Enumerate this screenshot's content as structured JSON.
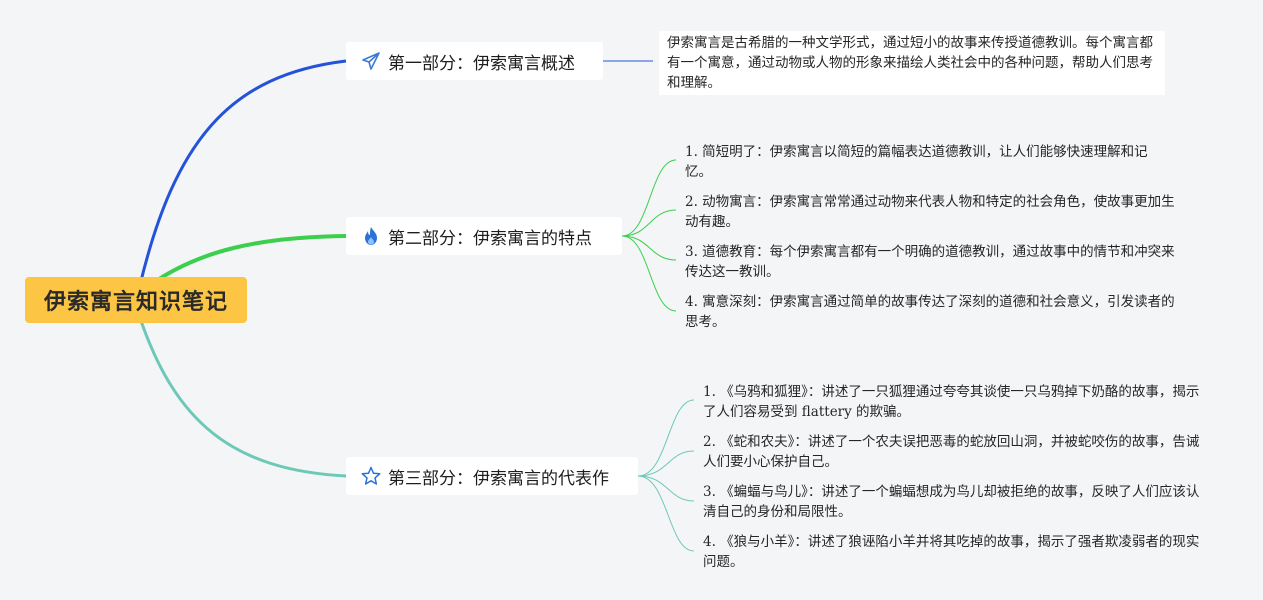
{
  "root": {
    "label": "伊索寓言知识笔记"
  },
  "colors": {
    "branch1": "#2452d8",
    "branch2": "#3ccf4e",
    "branch3": "#6ec8b8",
    "root_fill": "#fcc543"
  },
  "branches": [
    {
      "icon": "paper-plane-icon",
      "label": "第一部分：伊索寓言概述",
      "note": "伊索寓言是古希腊的一种文学形式，通过短小的故事来传授道德教训。每个寓言都有一个寓意，通过动物或人物的形象来描绘人类社会中的各种问题，帮助人们思考和理解。"
    },
    {
      "icon": "flame-icon",
      "label": "第二部分：伊索寓言的特点",
      "items": [
        "1. 简短明了：伊索寓言以简短的篇幅表达道德教训，让人们能够快速理解和记忆。",
        "2. 动物寓言：伊索寓言常常通过动物来代表人物和特定的社会角色，使故事更加生动有趣。",
        "3. 道德教育：每个伊索寓言都有一个明确的道德教训，通过故事中的情节和冲突来传达这一教训。",
        "4. 寓意深刻：伊索寓言通过简单的故事传达了深刻的道德和社会意义，引发读者的思考。"
      ]
    },
    {
      "icon": "star-icon",
      "label": "第三部分：伊索寓言的代表作",
      "items": [
        "1. 《乌鸦和狐狸》：讲述了一只狐狸通过夸夸其谈使一只乌鸦掉下奶酪的故事，揭示了人们容易受到 flattery 的欺骗。",
        "2. 《蛇和农夫》：讲述了一个农夫误把恶毒的蛇放回山洞，并被蛇咬伤的故事，告诫人们要小心保护自己。",
        "3. 《蝙蝠与鸟儿》：讲述了一个蝙蝠想成为鸟儿却被拒绝的故事，反映了人们应该认清自己的身份和局限性。",
        "4. 《狼与小羊》：讲述了狼诬陷小羊并将其吃掉的故事，揭示了强者欺凌弱者的现实问题。"
      ]
    }
  ]
}
